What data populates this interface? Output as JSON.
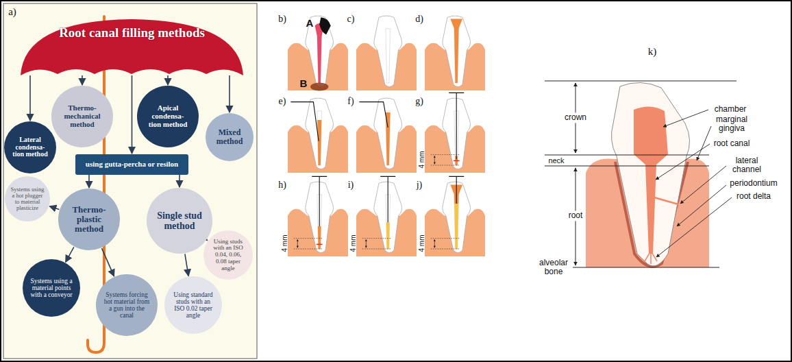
{
  "diagram": {
    "nodes": [
      {
        "text": [
          "Root canal filling methods"
        ]
      },
      {
        "text": [
          "Lateral condensa- tion method"
        ]
      },
      {
        "text": [
          "Thermo- mechanical method"
        ]
      },
      {
        "text": [
          "Apical condensa- tion method"
        ]
      },
      {
        "text": [
          "Mixed method"
        ]
      },
      {
        "text": [
          "using gutta-percha or resilon"
        ]
      },
      {
        "text": [
          "Thermo- plastic method"
        ]
      },
      {
        "text": [
          "Single stud method"
        ]
      },
      {
        "text": [
          "Systems using a hot plugger to material plasticize"
        ]
      },
      {
        "text": [
          "Systems using a material points with a conveyor"
        ]
      },
      {
        "text": [
          "Systems forcing hot material from a gun into the canal"
        ]
      },
      {
        "text": [
          "Using standard studs with an ISO 0.02 taper angle"
        ]
      },
      {
        "text": [
          "Using studs with an ISO 0.04, 0.06, 0.08 taper angle"
        ]
      }
    ],
    "edges": [
      {
        "from": 0,
        "to": 1,
        "arrow": "to"
      },
      {
        "from": 0,
        "to": 2,
        "arrow": "to"
      },
      {
        "from": 0,
        "to": 3,
        "arrow": "to"
      },
      {
        "from": 0,
        "to": 4,
        "arrow": "to"
      },
      {
        "from": 0,
        "to": 5,
        "arrow": "to"
      },
      {
        "from": 5,
        "to": 6,
        "arrow": "to"
      },
      {
        "from": 5,
        "to": 7,
        "arrow": "to"
      },
      {
        "from": 6,
        "to": 8,
        "arrow": "to"
      },
      {
        "from": 6,
        "to": 9,
        "arrow": "to"
      },
      {
        "from": 6,
        "to": 10,
        "arrow": "to"
      },
      {
        "from": 7,
        "to": 11,
        "arrow": "to"
      },
      {
        "from": 7,
        "to": 12,
        "arrow": "to"
      }
    ],
    "labels": [
      "a)",
      "b)",
      "A",
      "B",
      "c)",
      "d)",
      "e)",
      "f)",
      "g)",
      "4 mm",
      "h)",
      "4 mm",
      "i)",
      "4 mm",
      "j)",
      "4 mm",
      "k)",
      "crown",
      "neck",
      "root",
      "alveolar bone",
      "chamber",
      "marginal gingiva",
      "root canal",
      "lateral channel",
      "periodontium",
      "root delta"
    ]
  }
}
